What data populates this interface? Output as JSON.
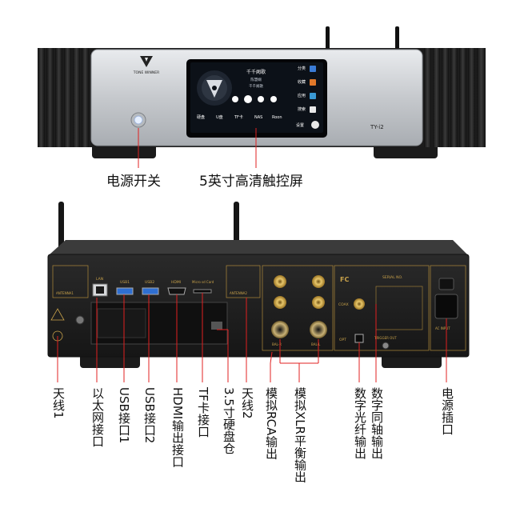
{
  "front": {
    "brand": "TONE WINNER",
    "model": "TY-i2",
    "screen": {
      "song_title": "千千阙歌",
      "artist": "陈慧娴",
      "album": "千千阙歌",
      "menu_right": [
        "分类",
        "收藏",
        "应用",
        "搜索",
        "设置"
      ],
      "menu_bottom": [
        "硬盘",
        "U盘",
        "TF卡",
        "NAS",
        "Roon"
      ]
    }
  },
  "rear_panel": {
    "antenna1": "ANTENNA1",
    "antenna2": "ANTENNA2",
    "lan": "LAN",
    "usb1": "USB1",
    "usb2": "USB2",
    "hdmi": "HDMI",
    "microsd": "Micro sd Card",
    "fc": "FC",
    "serial": "SERIAL NO.",
    "coax": "COAX",
    "opt": "OPT",
    "trigger": "TRIGGER OUT",
    "bal_r": "BAL-R",
    "bal_l": "BAL-L",
    "ac_input": "AC INPUT"
  },
  "callouts": {
    "power_switch": "电源开关",
    "touchscreen": "5英寸高清触控屏",
    "antenna1": "天线1",
    "ethernet": "以太网接口",
    "usb1": "USB接口1",
    "usb2": "USB接口2",
    "hdmi_out": "HDMI输出接口",
    "tf_slot": "TF卡接口",
    "hdd_bay": "3.5寸硬盘仓",
    "antenna2": "天线2",
    "rca_out": "模拟RCA输出",
    "xlr_out": "模拟XLR平衡输出",
    "optical_out": "数字光纤输出",
    "coax_out": "数字同轴输出",
    "power_socket": "电源插口"
  },
  "colors": {
    "chassis": "#1c1c1c",
    "fin": "#2a2a2a",
    "silver": "#cfd2d6",
    "screen_bg": "#0c1118",
    "gold": "#c9a24a",
    "callout_line": "#e02020"
  }
}
